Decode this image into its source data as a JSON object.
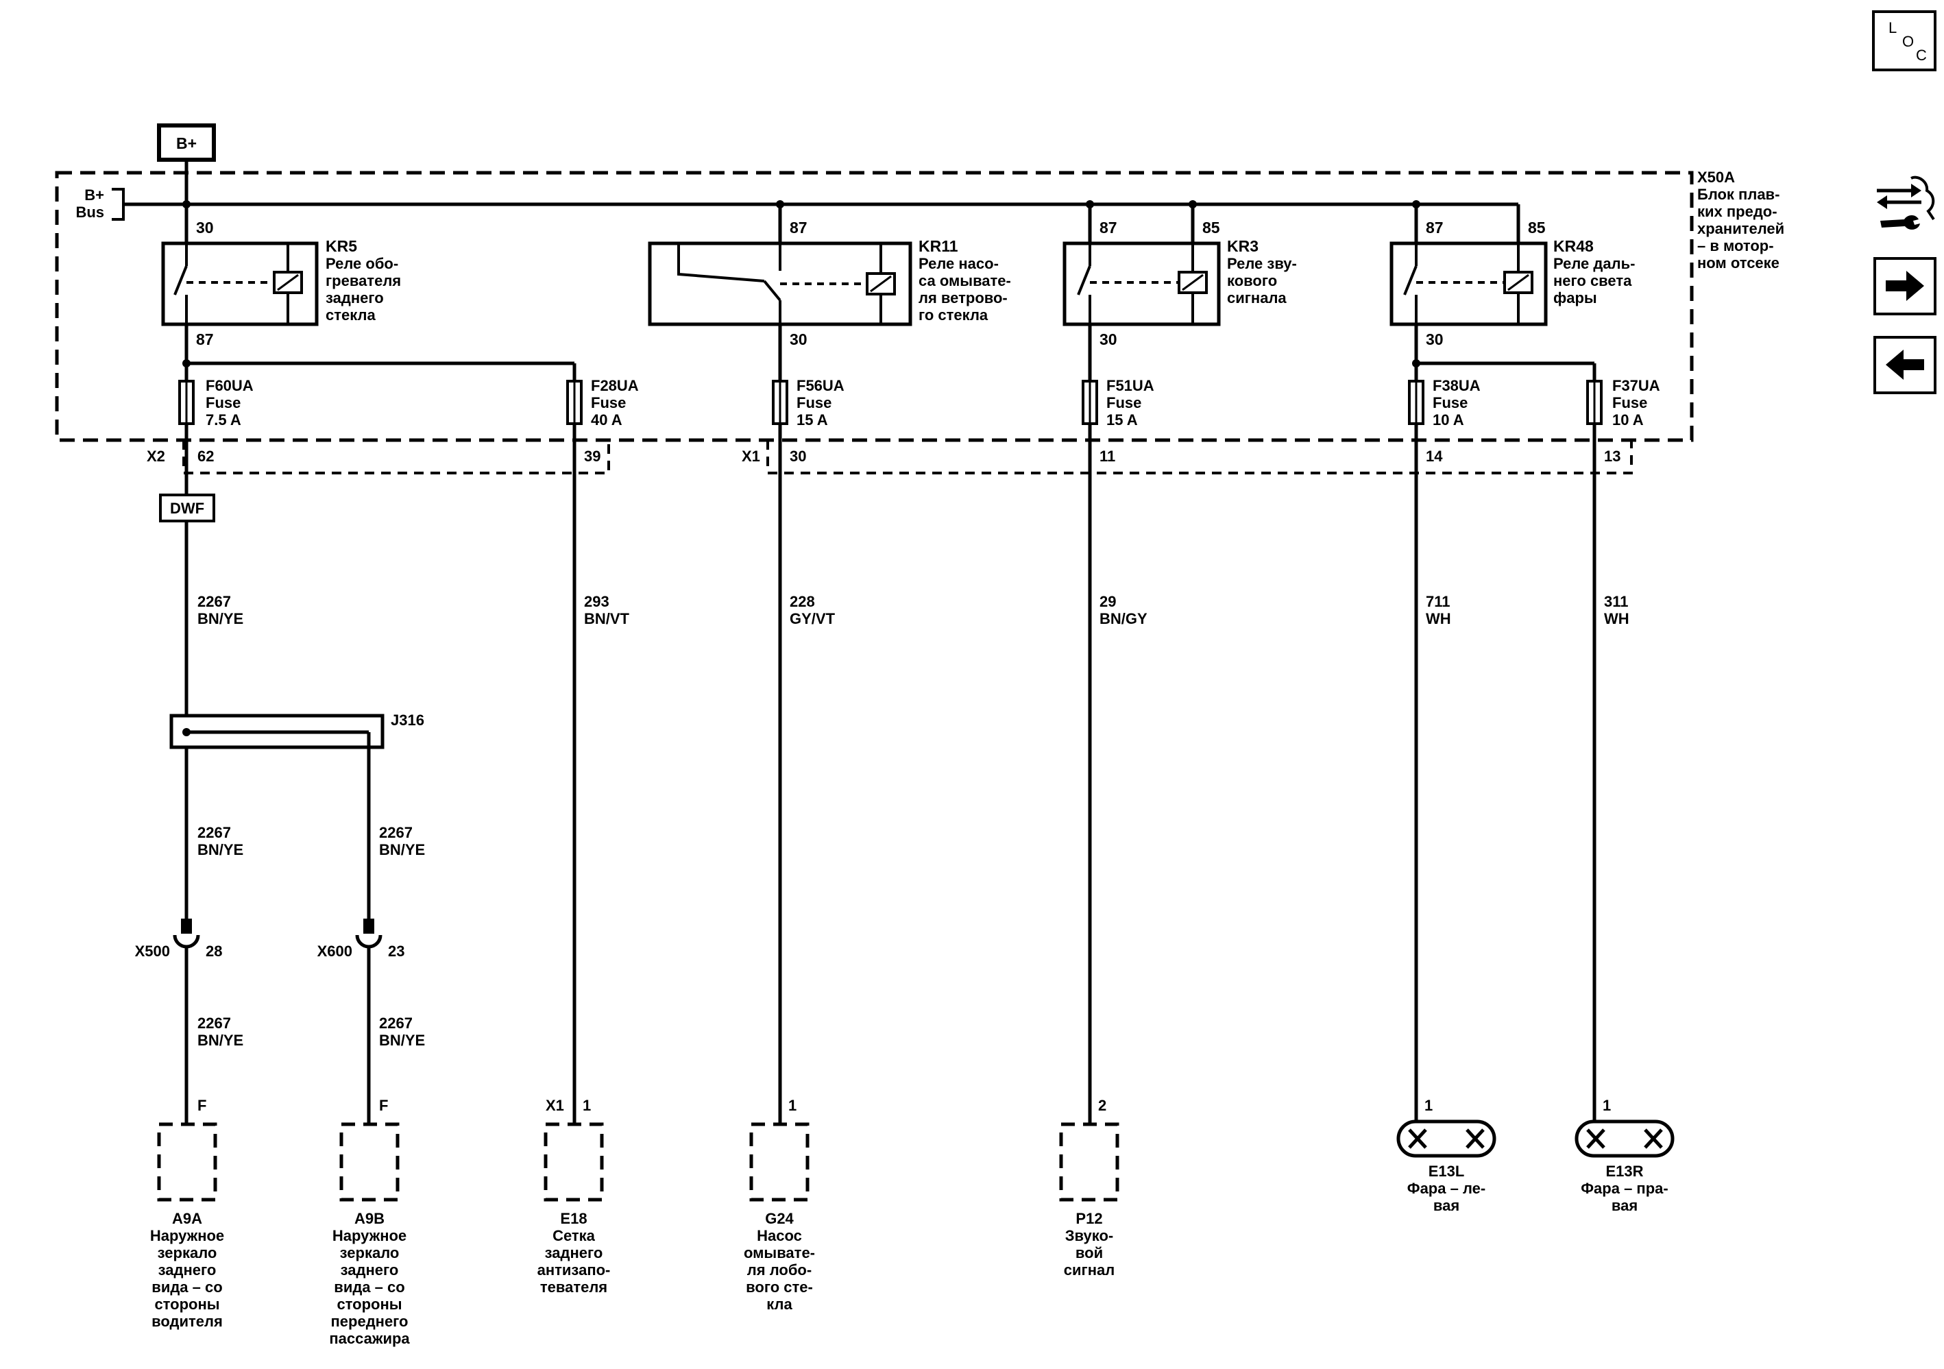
{
  "supply": {
    "battery_label": "B+",
    "bus_line1": "B+",
    "bus_line2": "Bus"
  },
  "fuse_block": {
    "id": "X50A",
    "desc": [
      "Блок плав-",
      "ких предо-",
      "хранителей",
      "– в мотор-",
      "ном отсеке"
    ]
  },
  "relays": [
    {
      "id": "KR5",
      "desc": [
        "Реле обо-",
        "гревателя",
        "заднего",
        "стекла"
      ],
      "pin_in": "30",
      "pin_out": "87"
    },
    {
      "id": "KR11",
      "desc": [
        "Реле насо-",
        "са омывате-",
        "ля ветрово-",
        "го стекла"
      ],
      "pin_in": "87",
      "pin_out": "30"
    },
    {
      "id": "KR3",
      "desc": [
        "Реле зву-",
        "кового",
        "сигнала"
      ],
      "pin_in": "87",
      "pin_ctrl": "85",
      "pin_out": "30"
    },
    {
      "id": "KR48",
      "desc": [
        "Реле даль-",
        "него света",
        "фары"
      ],
      "pin_in": "87",
      "pin_ctrl": "85",
      "pin_out": "30"
    }
  ],
  "fuses": [
    {
      "id": "F60UA",
      "type": "Fuse",
      "rating": "7.5 A"
    },
    {
      "id": "F28UA",
      "type": "Fuse",
      "rating": "40 A"
    },
    {
      "id": "F56UA",
      "type": "Fuse",
      "rating": "15 A"
    },
    {
      "id": "F51UA",
      "type": "Fuse",
      "rating": "15 A"
    },
    {
      "id": "F38UA",
      "type": "Fuse",
      "rating": "10 A"
    },
    {
      "id": "F37UA",
      "type": "Fuse",
      "rating": "10 A"
    }
  ],
  "connectors": {
    "x2": "X2",
    "x1": "X1",
    "pins": [
      "62",
      "39",
      "30",
      "11",
      "14",
      "13"
    ]
  },
  "dwf": "DWF",
  "wires": [
    {
      "circuit": "2267",
      "color": "BN/YE"
    },
    {
      "circuit": "293",
      "color": "BN/VT"
    },
    {
      "circuit": "228",
      "color": "GY/VT"
    },
    {
      "circuit": "29",
      "color": "BN/GY"
    },
    {
      "circuit": "711",
      "color": "WH"
    },
    {
      "circuit": "311",
      "color": "WH"
    }
  ],
  "splice": "J316",
  "inline": [
    {
      "id": "X500",
      "pin": "28"
    },
    {
      "id": "X600",
      "pin": "23"
    }
  ],
  "branch_wires": [
    {
      "circuit": "2267",
      "color": "BN/YE"
    },
    {
      "circuit": "2267",
      "color": "BN/YE"
    },
    {
      "circuit": "2267",
      "color": "BN/YE"
    },
    {
      "circuit": "2267",
      "color": "BN/YE"
    }
  ],
  "components": [
    {
      "pin": "F",
      "id": "A9A",
      "desc": [
        "Наружное",
        "зеркало",
        "заднего",
        "вида – со",
        "стороны",
        "водителя"
      ]
    },
    {
      "pin": "F",
      "id": "A9B",
      "desc": [
        "Наружное",
        "зеркало",
        "заднего",
        "вида – со",
        "стороны",
        "переднего",
        "пассажира"
      ]
    },
    {
      "conn": "X1",
      "pin": "1",
      "id": "E18",
      "desc": [
        "Сетка",
        "заднего",
        "антизапо-",
        "тевателя"
      ]
    },
    {
      "pin": "1",
      "id": "G24",
      "desc": [
        "Насос",
        "омывате-",
        "ля лобо-",
        "вого сте-",
        "кла"
      ]
    },
    {
      "pin": "2",
      "id": "P12",
      "desc": [
        "Звуко-",
        "вой",
        "сигнал"
      ]
    },
    {
      "pin": "1",
      "id": "E13L",
      "desc": [
        "Фара – ле-",
        "вая"
      ]
    },
    {
      "pin": "1",
      "id": "E13R",
      "desc": [
        "Фара – пра-",
        "вая"
      ]
    }
  ],
  "loc_badge": {
    "l": "L",
    "o": "O",
    "c": "C"
  },
  "nav": {
    "tools_icon": "wrench-arrows-icon",
    "next_icon": "arrow-right-icon",
    "prev_icon": "arrow-left-icon"
  }
}
